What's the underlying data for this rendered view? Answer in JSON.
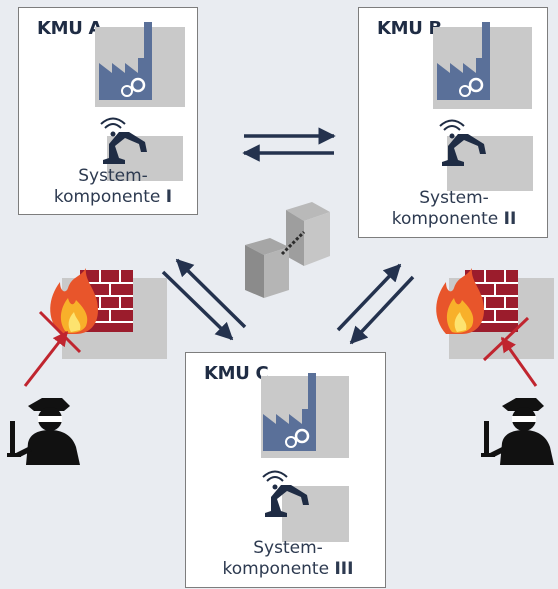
{
  "kmu_a": {
    "title": "KMU A",
    "cap1": "System-",
    "cap2": "komponente ",
    "num": "I"
  },
  "kmu_b": {
    "title": "KMU B",
    "cap1": "System-",
    "cap2": "komponente ",
    "num": "II"
  },
  "kmu_c": {
    "title": "KMU C",
    "cap1": "System-",
    "cap2": "komponente ",
    "num": "III"
  },
  "colors": {
    "navy": "#1f2c44",
    "factory": "#5a7099",
    "firewall": "#9b1c2c",
    "attacker_arrow": "#c0252f",
    "gray": "#c9c9c9"
  }
}
